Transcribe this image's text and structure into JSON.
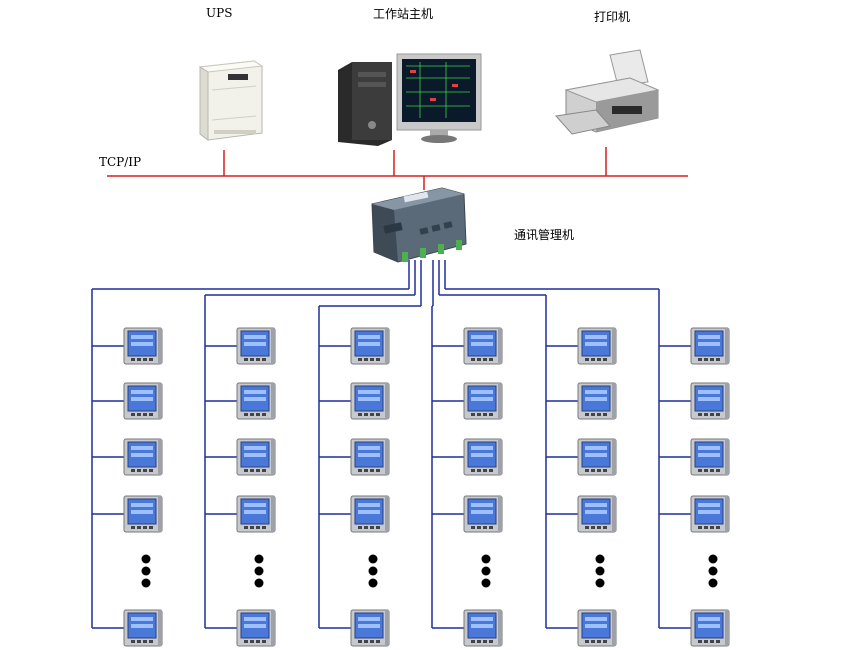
{
  "labels": {
    "ups": "UPS",
    "workstation": "工作站主机",
    "printer": "打印机",
    "network": "TCP/IP",
    "comm_manager": "通讯管理机"
  },
  "colors": {
    "network_line": "#d42020",
    "bus_line": "#1f2f9a",
    "meter_screen": "#4a78d8",
    "meter_body": "#d7d9dd"
  },
  "devices": {
    "ups_icon": "ups-cabinet",
    "workstation_icon": "desktop-computer",
    "printer_icon": "inkjet-printer",
    "gateway_icon": "communication-gateway",
    "meter_icon": "power-meter"
  },
  "bus_columns": 6,
  "meters_per_column_before_ellipsis": 4,
  "meters_per_column_after_ellipsis": 1
}
